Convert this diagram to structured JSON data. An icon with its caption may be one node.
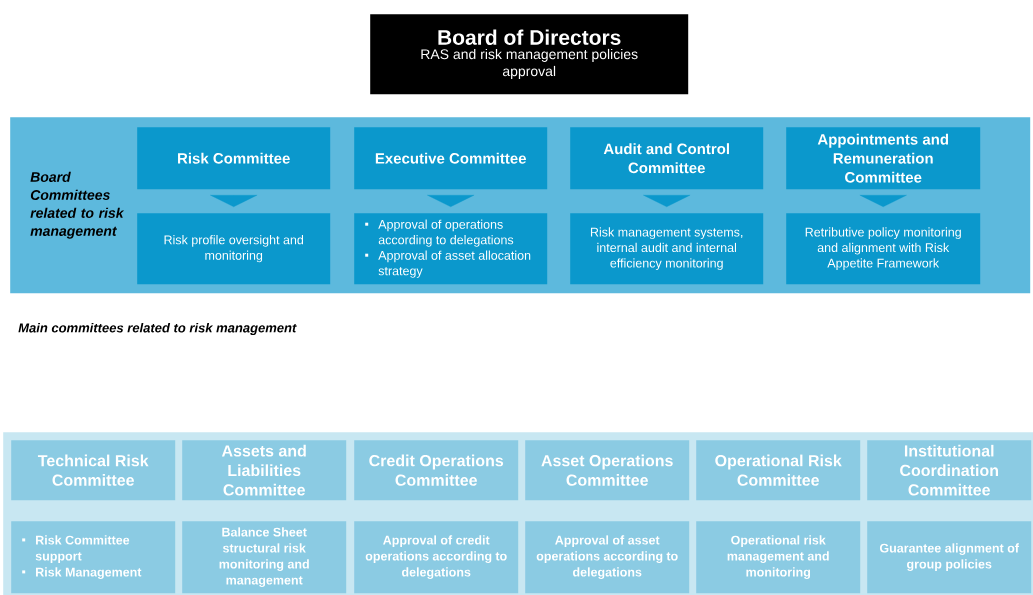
{
  "diagram": {
    "nodes": [
      {
        "text": [
          "Board of Directors",
          "RAS and risk management policies approval"
        ]
      },
      {
        "text": [
          "Board Committees related to risk management"
        ]
      },
      {
        "text": [
          "Risk Committee"
        ],
        "in": 1
      },
      {
        "text": [
          "Risk profile oversight and monitoring"
        ],
        "in": 1
      },
      {
        "text": [
          "Executive Committee"
        ],
        "in": 1
      },
      {
        "text": [
          "Approval of operations according to delegations",
          "Approval of asset allocation strategy"
        ],
        "in": 1
      },
      {
        "text": [
          "Audit and Control Committee"
        ],
        "in": 1
      },
      {
        "text": [
          "Risk management systems, internal audit and internal efficiency monitoring"
        ],
        "in": 1
      },
      {
        "text": [
          "Appointments and Remuneration Committee"
        ],
        "in": 1
      },
      {
        "text": [
          "Retributive policy monitoring and alignment with Risk Appetite Framework"
        ],
        "in": 1
      },
      {
        "text": [],
        "shape": "box"
      },
      {
        "text": [
          "Technical Risk Committee"
        ],
        "in": 10
      },
      {
        "text": [
          "Risk Committee support",
          "Risk Management"
        ],
        "in": 10
      },
      {
        "text": [
          "Assets and Liabilities Committee"
        ],
        "in": 10
      },
      {
        "text": [
          "Balance Sheet structural risk monitoring and management"
        ],
        "in": 10
      },
      {
        "text": [
          "Credit Operations Committee"
        ],
        "in": 10
      },
      {
        "text": [
          "Approval of credit operations according to delegations"
        ],
        "in": 10
      },
      {
        "text": [
          "Asset Operations Committee"
        ],
        "in": 10
      },
      {
        "text": [
          "Approval of asset operations according to delegations"
        ],
        "in": 10
      },
      {
        "text": [
          "Operational Risk Committee"
        ],
        "in": 10
      },
      {
        "text": [
          "Operational risk management and monitoring"
        ],
        "in": 10
      },
      {
        "text": [
          "Institutional Coordination Committee"
        ],
        "in": 10
      },
      {
        "text": [
          "Guarantee alignment of group policies"
        ],
        "in": 10
      }
    ],
    "edges": [
      {
        "from": 2,
        "to": 3,
        "arrow": "to"
      },
      {
        "from": 4,
        "to": 5,
        "arrow": "to"
      },
      {
        "from": 6,
        "to": 7,
        "arrow": "to"
      },
      {
        "from": 8,
        "to": 9,
        "arrow": "to"
      }
    ],
    "labels": [
      "Main committees related to risk management"
    ]
  }
}
